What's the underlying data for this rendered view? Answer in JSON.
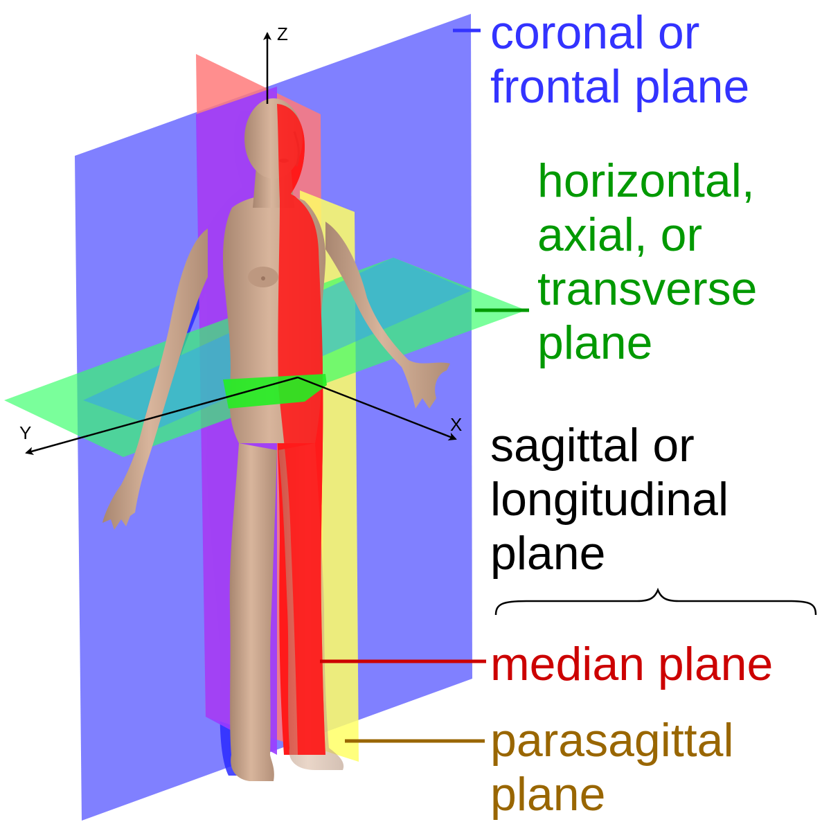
{
  "axes": {
    "z": "Z",
    "x": "X",
    "y": "Y"
  },
  "labels": {
    "coronal": {
      "line1": "coronal or",
      "line2": "frontal plane"
    },
    "horizontal": {
      "line1": "horizontal,",
      "line2": "axial, or",
      "line3": "transverse",
      "line4": "plane"
    },
    "sagittal": {
      "line1": "sagittal or",
      "line2": "longitudinal",
      "line3": "plane"
    },
    "median": {
      "line1": "median plane"
    },
    "parasagittal": {
      "line1": "parasagittal",
      "line2": "plane"
    }
  },
  "colors": {
    "coronal": "#3333ff",
    "horizontal": "#009900",
    "sagittal": "#000000",
    "median": "#cc0000",
    "parasagittal": "#996600",
    "coronal_plane_fill": "#8080ff",
    "horizontal_plane_fill": "#33ff66",
    "median_plane_fill": "#ff6666",
    "parasagittal_plane_fill": "#ffff66",
    "skin": "#c9a388"
  }
}
